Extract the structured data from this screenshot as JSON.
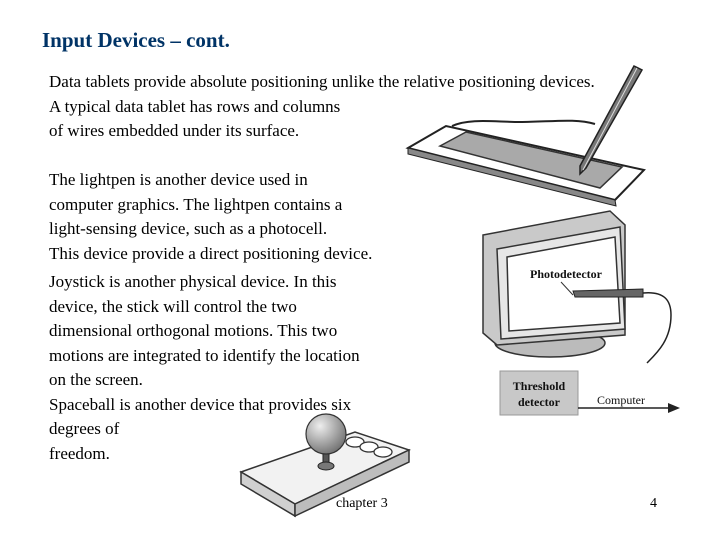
{
  "slide": {
    "title": "Input Devices – cont.",
    "paragraph1": [
      "Data tablets provide absolute positioning unlike the relative positioning devices.",
      "A typical data tablet has rows and columns",
      "of wires embedded under its surface."
    ],
    "paragraph2": [
      "The lightpen is another device used in",
      "computer graphics. The lightpen contains a",
      "light-sensing device, such as a photocell.",
      "This device provide a direct positioning device."
    ],
    "paragraph3": [
      "Joystick is another physical device.  In this",
      "device, the stick will control the two",
      "dimensional orthogonal motions.  This two",
      "motions are integrated to identify the location",
      "on the screen.",
      "Spaceball is another device that provides six",
      "degrees of",
      "freedom."
    ]
  },
  "lightpen_figure": {
    "photodetector_label": "Photodetector",
    "threshold_label_line1": "Threshold",
    "threshold_label_line2": "detector",
    "computer_label": "Computer"
  },
  "footer": {
    "chapter": "chapter 3",
    "page_number": "4"
  },
  "colors": {
    "title": "#003366",
    "text": "#000000",
    "tablet_surface": "#a9a9a9",
    "threshold_box": "#c8c8c8"
  }
}
